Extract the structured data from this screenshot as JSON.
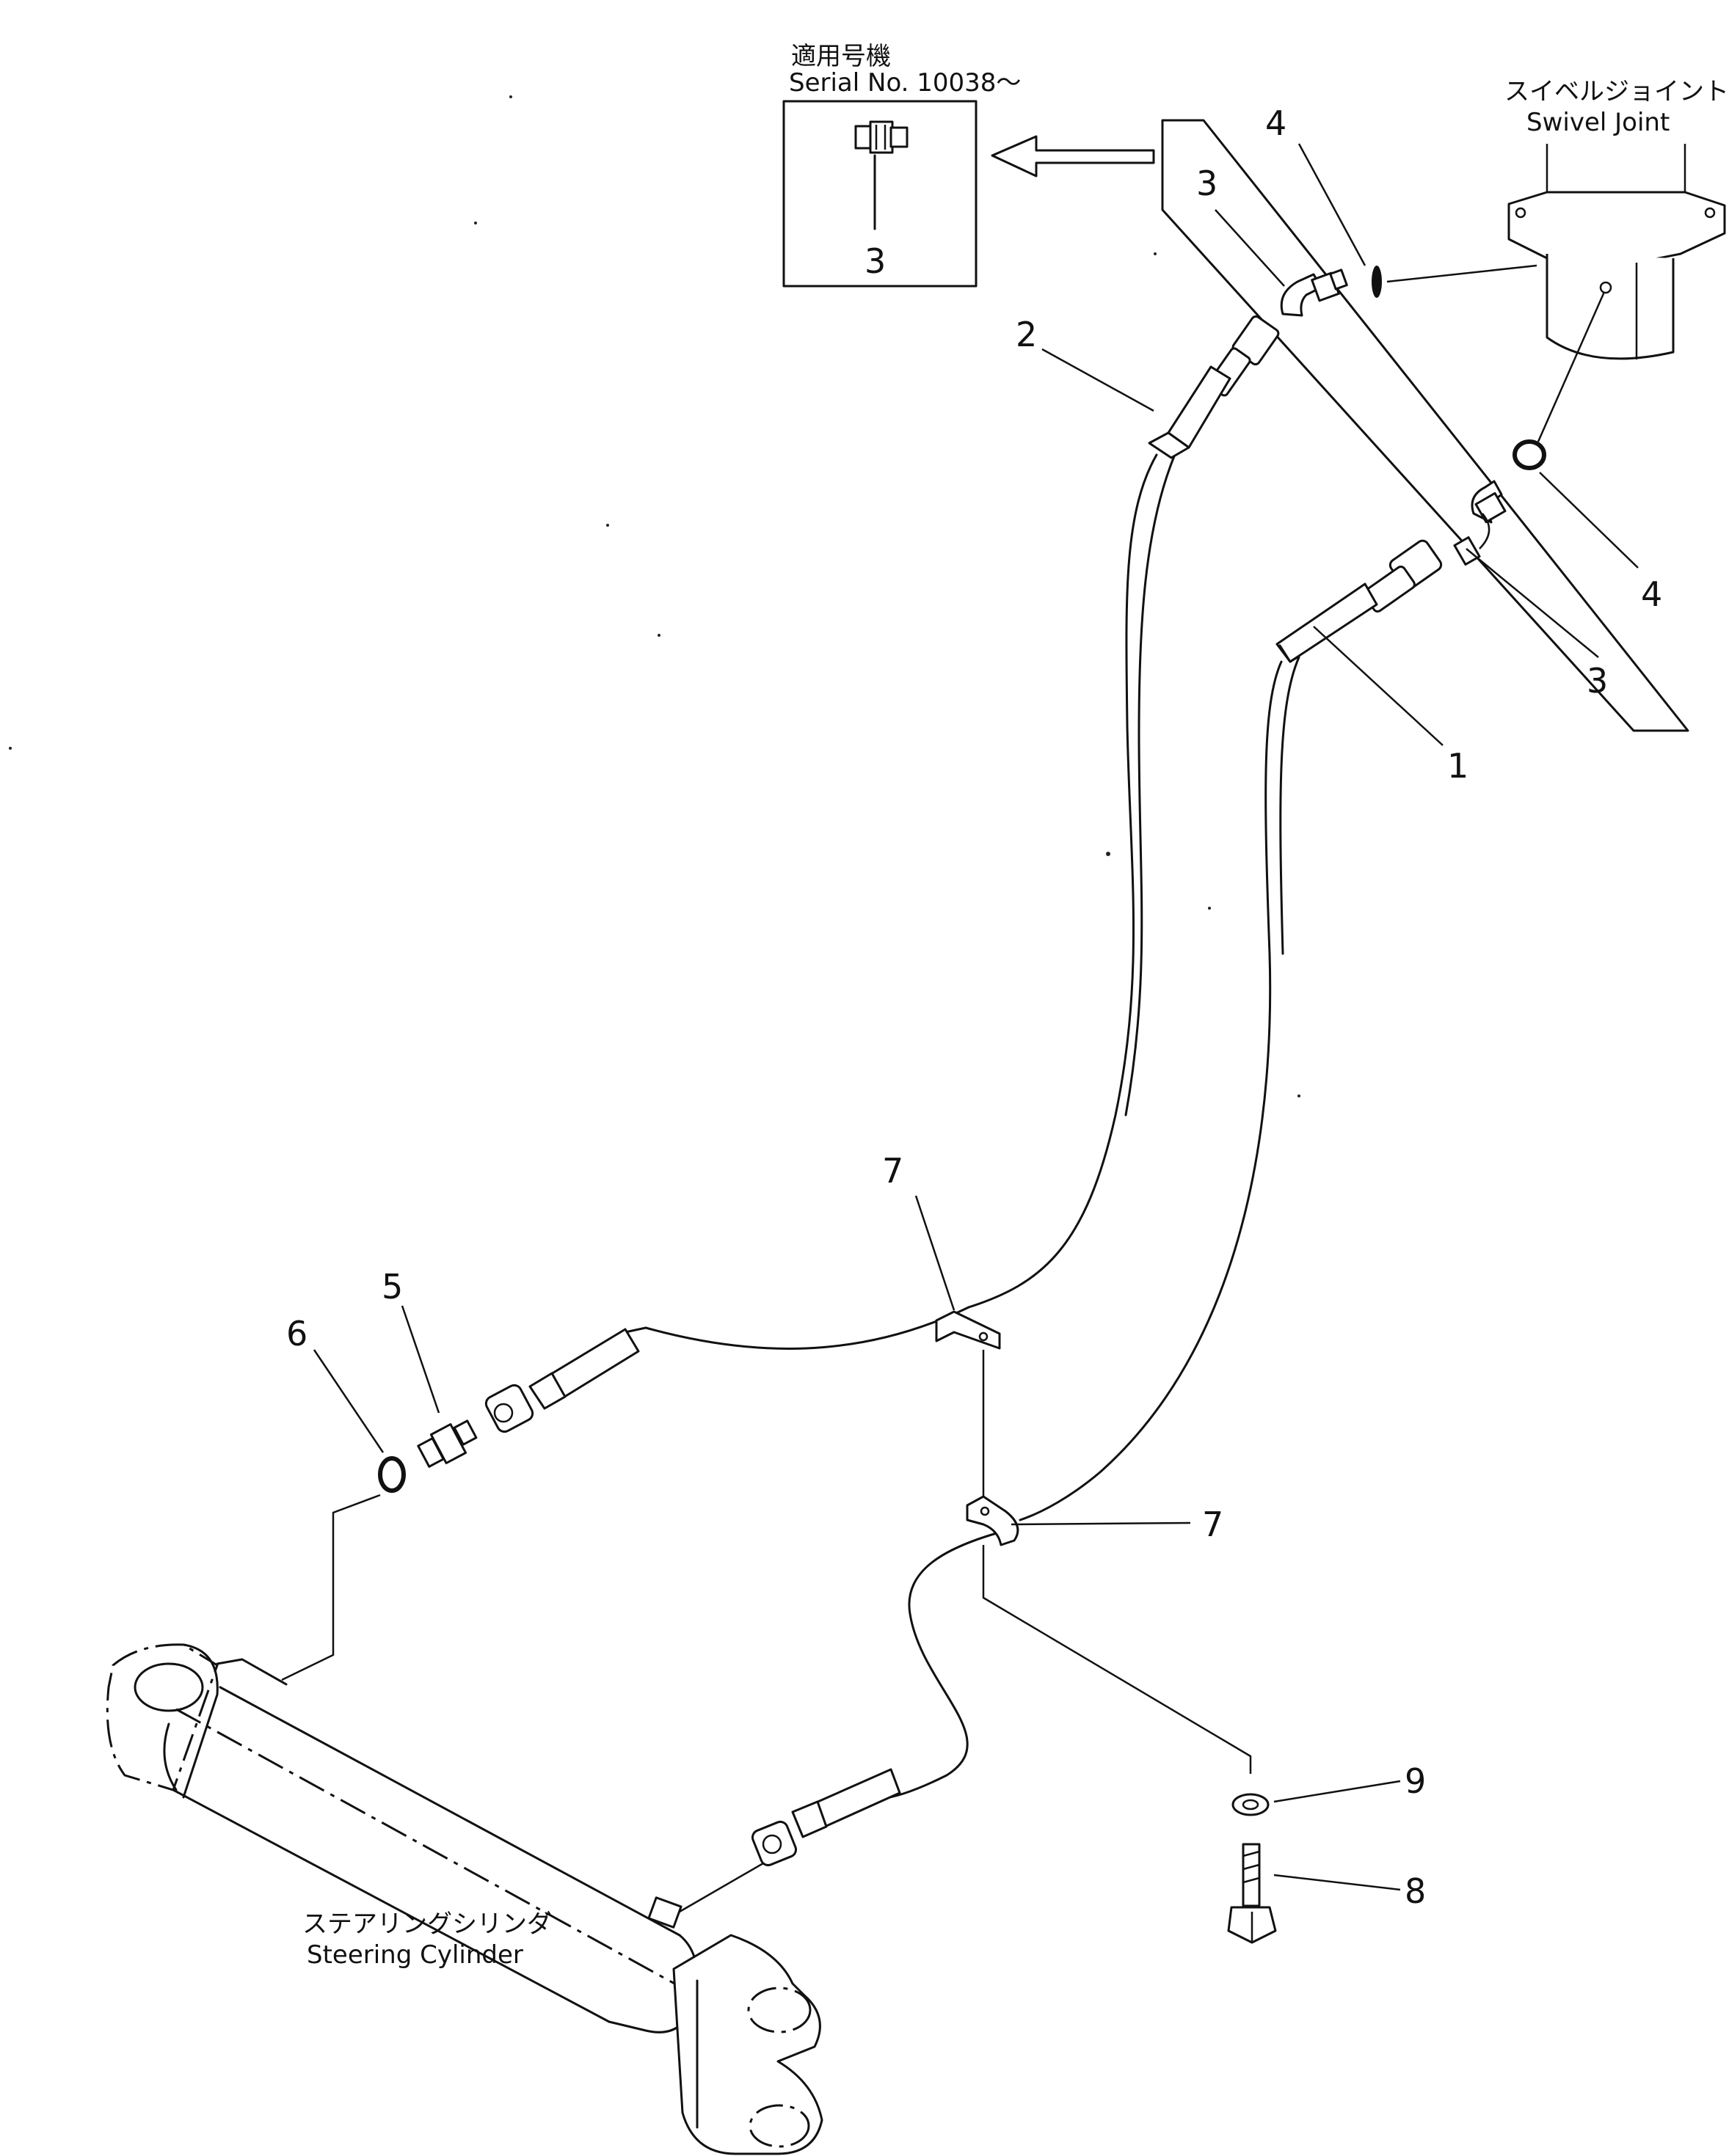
{
  "inset": {
    "jp_title": "適用号機",
    "serial": "Serial  No.  10038～",
    "part_label": "3"
  },
  "labels": {
    "swivel_jp": "スイベルジョイント",
    "swivel_en": "Swivel  Joint",
    "cylinder_jp": "ステアリングシリンダ",
    "cylinder_en": "Steering  Cylinder"
  },
  "callouts": {
    "c1": "1",
    "c2": "2",
    "c3a": "3",
    "c3b": "3",
    "c4a": "4",
    "c4b": "4",
    "c5": "5",
    "c6": "6",
    "c7a": "7",
    "c7b": "7",
    "c8": "8",
    "c9": "9"
  }
}
